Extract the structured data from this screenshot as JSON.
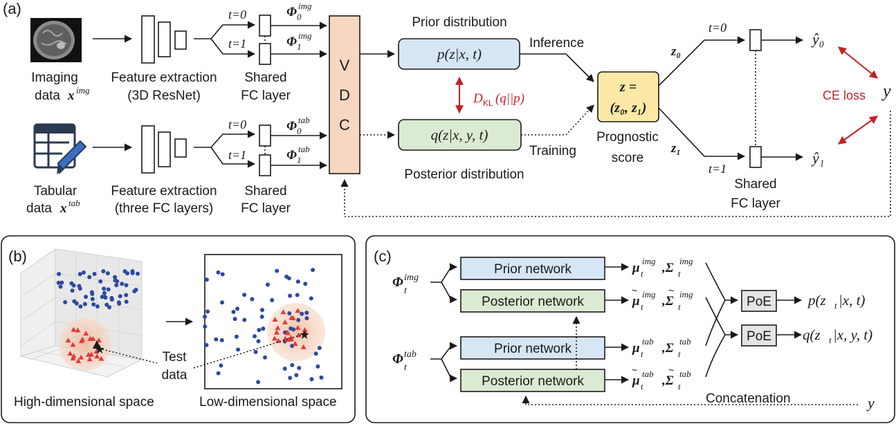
{
  "panel_a": {
    "tag": "(a)",
    "imaging_label_1": "Imaging",
    "imaging_label_2": "data",
    "imaging_var": "x",
    "imaging_sup": "img",
    "tabular_label_1": "Tabular",
    "tabular_label_2": "data",
    "tabular_var": "x",
    "tabular_sup": "tab",
    "fe_img_1": "Feature extraction",
    "fe_img_2": "(3D ResNet)",
    "fe_tab_1": "Feature extraction",
    "fe_tab_2": "(three FC layers)",
    "shared_1": "Shared",
    "shared_2": "FC layer",
    "t0": "t=0",
    "t1": "t=1",
    "phi0_img": "Φ",
    "phi_sub0": "0",
    "phi_sub1": "1",
    "sup_img": "img",
    "sup_tab": "tab",
    "vdc": [
      "V",
      "D",
      "C"
    ],
    "prior_title": "Prior distribution",
    "prior_formula": "p(z|x, t)",
    "posterior_title": "Posterior distribution",
    "posterior_formula": "q(z|x, y, t)",
    "kl": "D",
    "kl_sub": "KL",
    "kl_rest": "(q||p)",
    "inference": "Inference",
    "training": "Training",
    "z_box_1": "z =",
    "z_box_2": "(z₀, z₁)",
    "prognostic_1": "Prognostic",
    "prognostic_2": "score",
    "z0": "z₀",
    "z1": "z₁",
    "yhat0": "ŷ₀",
    "yhat1": "ŷ₁",
    "y": "y",
    "ce_loss": "CE loss"
  },
  "panel_b": {
    "tag": "(b)",
    "high_dim": "High-dimensional space",
    "low_dim": "Low-dimensional space",
    "test_1": "Test",
    "test_2": "data"
  },
  "panel_c": {
    "tag": "(c)",
    "phi": "Φ",
    "t": "t",
    "sup_img": "img",
    "sup_tab": "tab",
    "prior_network": "Prior network",
    "posterior_network": "Posterior network",
    "mu_img": "μ",
    "poe": "PoE",
    "p_out": "p(z",
    "p_out_rest": "|x, t)",
    "q_out": "q(z",
    "q_out_rest": "|x, y, t)",
    "concatenation": "Concatenation",
    "y": "y"
  },
  "colors": {
    "prior_fill": "#d6e6f4",
    "posterior_fill": "#dbebd3",
    "vdc_fill": "#f8d7c2",
    "z_fill": "#fde9a6",
    "poe_fill": "#e4e4e4",
    "red": "#c0222a",
    "blue_dot": "#2b4aa0",
    "red_tri": "#e23a3a",
    "halo": "#f2c8ae"
  }
}
